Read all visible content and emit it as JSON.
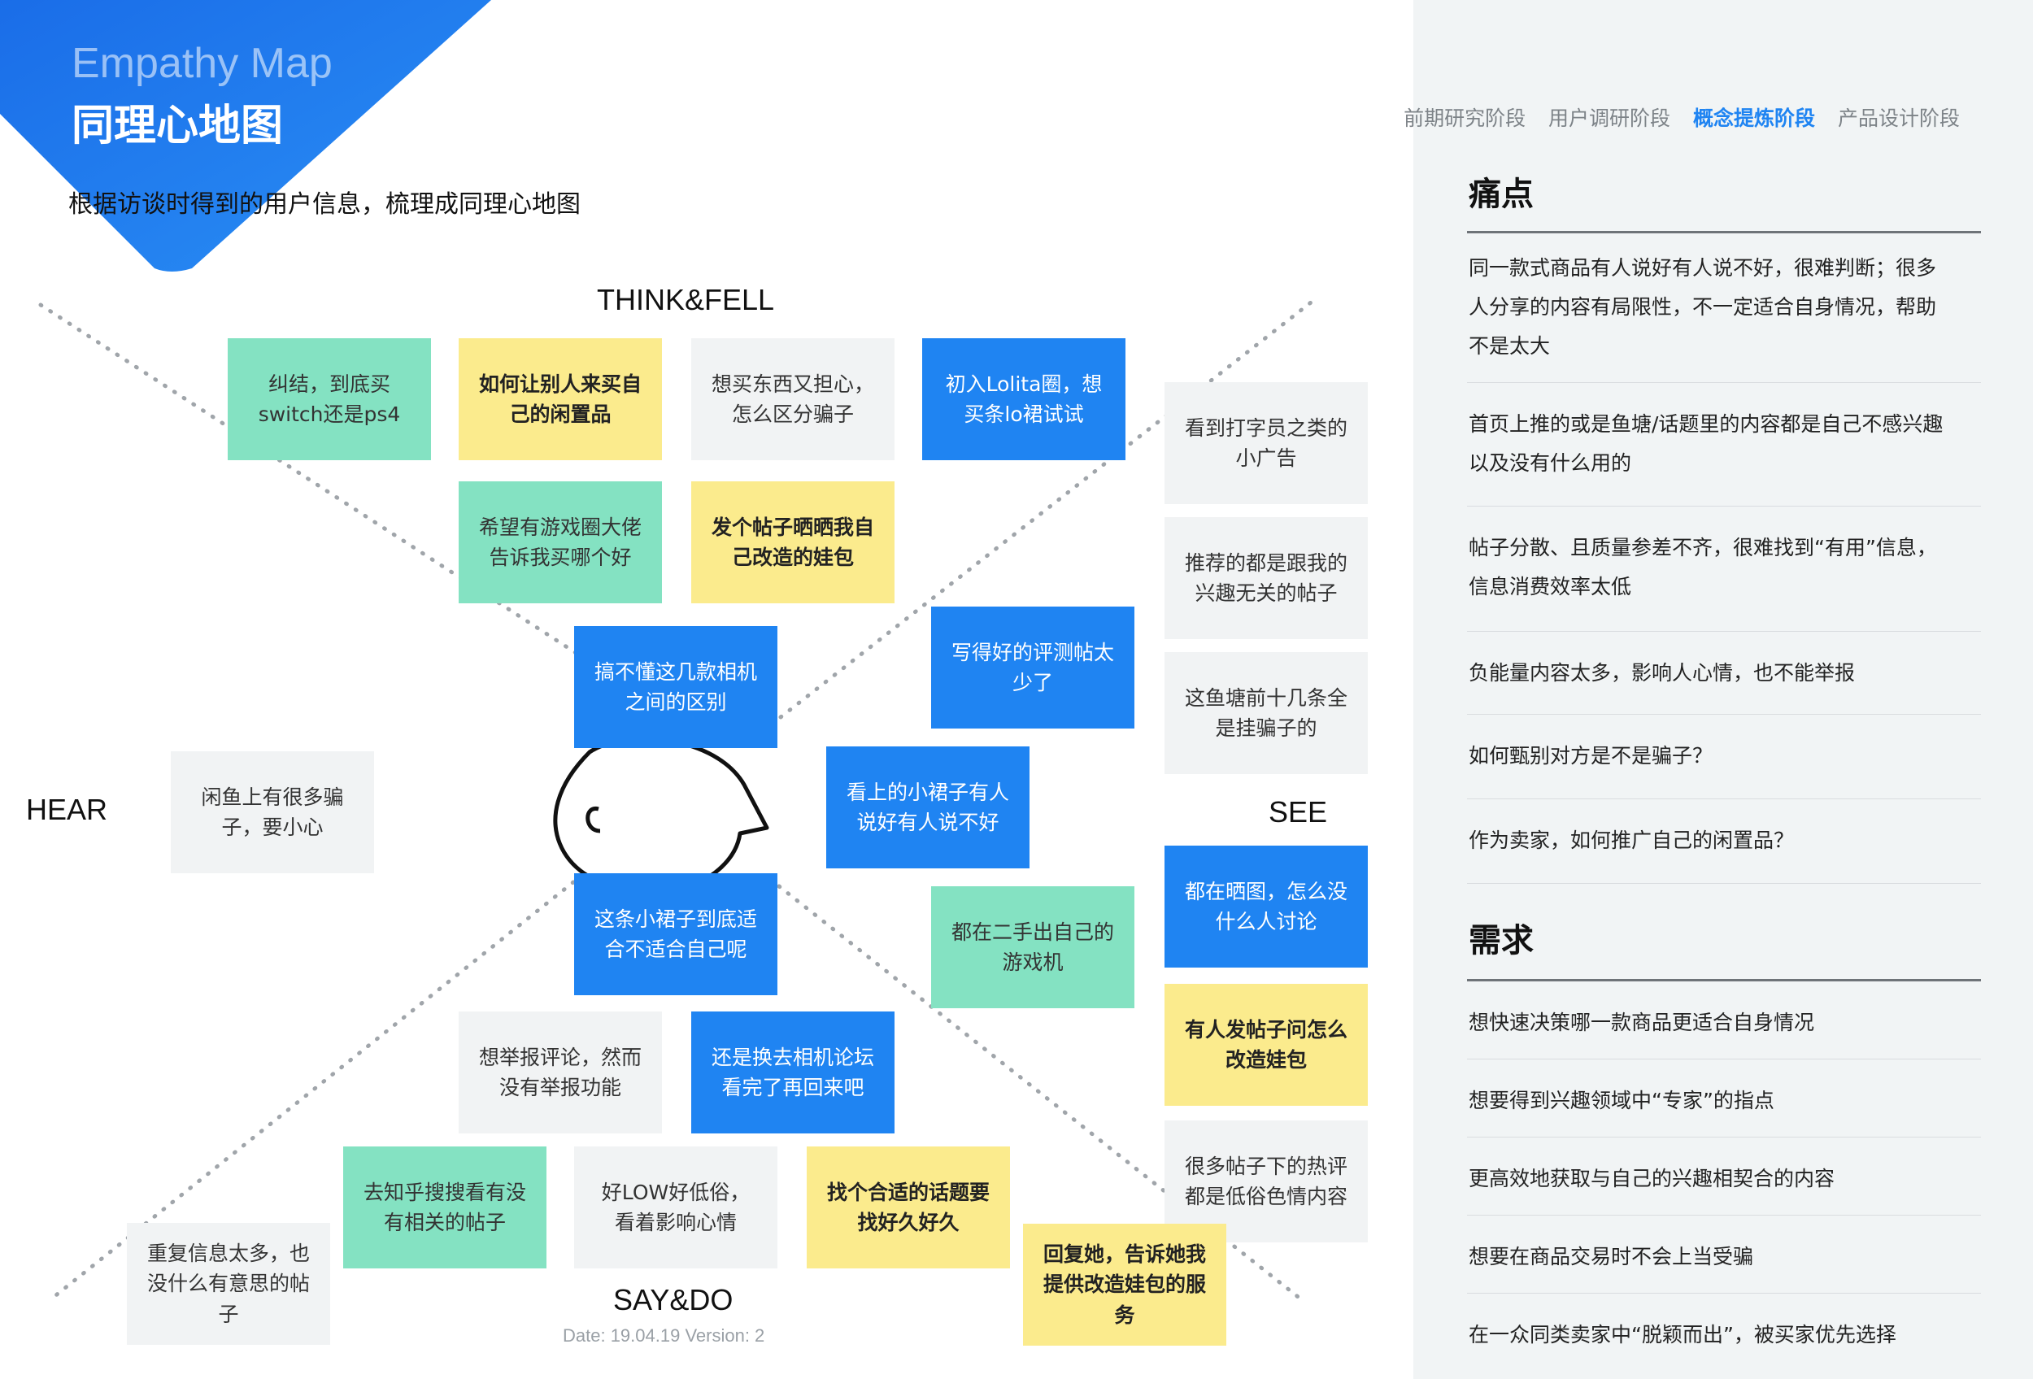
{
  "header": {
    "title_en": "Empathy Map",
    "title_zh": "同理心地图",
    "subtitle": "根据访谈时得到的用户信息，梳理成同理心地图"
  },
  "colors": {
    "accent": "#1f84f2",
    "green": "#84e2c2",
    "yellow": "#fbeb8d",
    "grey": "#f1f3f4"
  },
  "quadrants": {
    "think": "THINK&FELL",
    "hear": "HEAR",
    "see": "SEE",
    "say": "SAY&DO"
  },
  "footer": {
    "date": "Date: 19.04.19 Version: 2"
  },
  "notes": {
    "n01": [
      "纠结，到底买",
      "switch还是ps4"
    ],
    "n02": [
      "如何让别人来买自",
      "己的闲置品"
    ],
    "n03": [
      "想买东西又担心，",
      "怎么区分骗子"
    ],
    "n04": [
      "初入Lolita圈，想",
      "买条lo裙试试"
    ],
    "n05": [
      "希望有游戏圈大佬",
      "告诉我买哪个好"
    ],
    "n06": [
      "发个帖子晒晒我自",
      "己改造的娃包"
    ],
    "n07": [
      "看到打字员之类的",
      "小广告"
    ],
    "n08": [
      "推荐的都是跟我的",
      "兴趣无关的帖子"
    ],
    "n09": [
      "写得好的评测帖太",
      "少了"
    ],
    "n10": [
      "搞不懂这几款相机",
      "之间的区别"
    ],
    "n11": [
      "这鱼塘前十几条全",
      "是挂骗子的"
    ],
    "n12": [
      "闲鱼上有很多骗",
      "子，要小心"
    ],
    "n13": [
      "看上的小裙子有人",
      "说好有人说不好"
    ],
    "n14": [
      "这条小裙子到底适",
      "合不适合自己呢"
    ],
    "n15": [
      "都在二手出自己的",
      "游戏机"
    ],
    "n16": [
      "都在晒图，怎么没",
      "什么人讨论"
    ],
    "n17": [
      "有人发帖子问怎么",
      "改造娃包"
    ],
    "n18": [
      "想举报评论，然而",
      "没有举报功能"
    ],
    "n19": [
      "还是换去相机论坛",
      "看完了再回来吧"
    ],
    "n20": [
      "很多帖子下的热评",
      "都是低俗色情内容"
    ],
    "n21": [
      "去知乎搜搜看有没",
      "有相关的帖子"
    ],
    "n22": [
      "好LOW好低俗，",
      "看着影响心情"
    ],
    "n23": [
      "找个合适的话题要",
      "找好久好久"
    ],
    "n24": [
      "回复她，告诉她我",
      "提供改造娃包的服",
      "务"
    ],
    "n25": [
      "重复信息太多，也",
      "没什么有意思的帖",
      "子"
    ]
  },
  "panel": {
    "phases": [
      "前期研究阶段",
      "用户调研阶段",
      "概念提炼阶段",
      "产品设计阶段"
    ],
    "active_phase": "概念提炼阶段",
    "pain_title": "痛点",
    "pain_items": [
      [
        "同一款式商品有人说好有人说不好，很难判断；很多",
        "人分享的内容有局限性，不一定适合自身情况，帮助",
        "不是太大"
      ],
      [
        "首页上推的或是鱼塘/话题里的内容都是自己不感兴趣",
        "以及没有什么用的"
      ],
      [
        "帖子分散、且质量参差不齐，很难找到“有用”信息，",
        "信息消费效率太低"
      ],
      [
        "负能量内容太多，影响人心情，也不能举报"
      ],
      [
        "如何甄别对方是不是骗子？"
      ],
      [
        "作为卖家，如何推广自己的闲置品？"
      ]
    ],
    "need_title": "需求",
    "need_items": [
      "想快速决策哪一款商品更适合自身情况",
      "想要得到兴趣领域中“专家”的指点",
      "更高效地获取与自己的兴趣相契合的内容",
      "想要在商品交易时不会上当受骗",
      "在一众同类卖家中“脱颖而出”，被买家优先选择"
    ]
  }
}
